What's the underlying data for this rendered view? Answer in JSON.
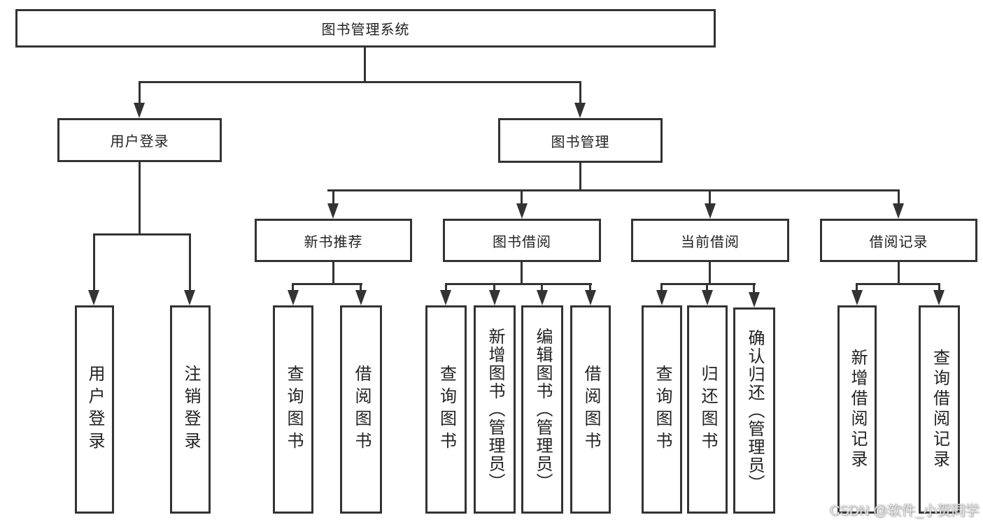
{
  "nodes": {
    "root": "图书管理系统",
    "user_login": "用户登录",
    "book_management": "图书管理",
    "new_book_recommend": "新书推荐",
    "book_borrowing": "图书借阅",
    "current_borrowing": "当前借阅",
    "borrow_records": "借阅记录",
    "ul_user_login": "用户登录",
    "ul_logout": "注销登录",
    "nb_query_books": "查询图书",
    "nb_borrow_books": "借阅图书",
    "bb_query_books": "查询图书",
    "bb_add_books": "新增图书（管理员）",
    "bb_edit_books": "编辑图书（管理员）",
    "bb_borrow_books": "借阅图书",
    "cb_query_books": "查询图书",
    "cb_return_books": "归还图书",
    "cb_confirm_return": "确认归还（管理员）",
    "br_add_record": "新增借阅记录",
    "br_query_record": "查询借阅记录"
  },
  "hierarchy": {
    "label": "图书管理系统",
    "children": [
      {
        "label": "用户登录",
        "children": [
          {
            "label": "用户登录"
          },
          {
            "label": "注销登录"
          }
        ]
      },
      {
        "label": "图书管理",
        "children": [
          {
            "label": "新书推荐",
            "children": [
              {
                "label": "查询图书"
              },
              {
                "label": "借阅图书"
              }
            ]
          },
          {
            "label": "图书借阅",
            "children": [
              {
                "label": "查询图书"
              },
              {
                "label": "新增图书（管理员）"
              },
              {
                "label": "编辑图书（管理员）"
              },
              {
                "label": "借阅图书"
              }
            ]
          },
          {
            "label": "当前借阅",
            "children": [
              {
                "label": "查询图书"
              },
              {
                "label": "归还图书"
              },
              {
                "label": "确认归还（管理员）"
              }
            ]
          },
          {
            "label": "借阅记录",
            "children": [
              {
                "label": "新增借阅记录"
              },
              {
                "label": "查询借阅记录"
              }
            ]
          }
        ]
      }
    ]
  },
  "watermark": "CSDN @软件_小贺同学",
  "colors": {
    "line": "#333333",
    "box_fill": "#ffffff",
    "text": "#222222",
    "watermark": "#e3e3e3"
  }
}
